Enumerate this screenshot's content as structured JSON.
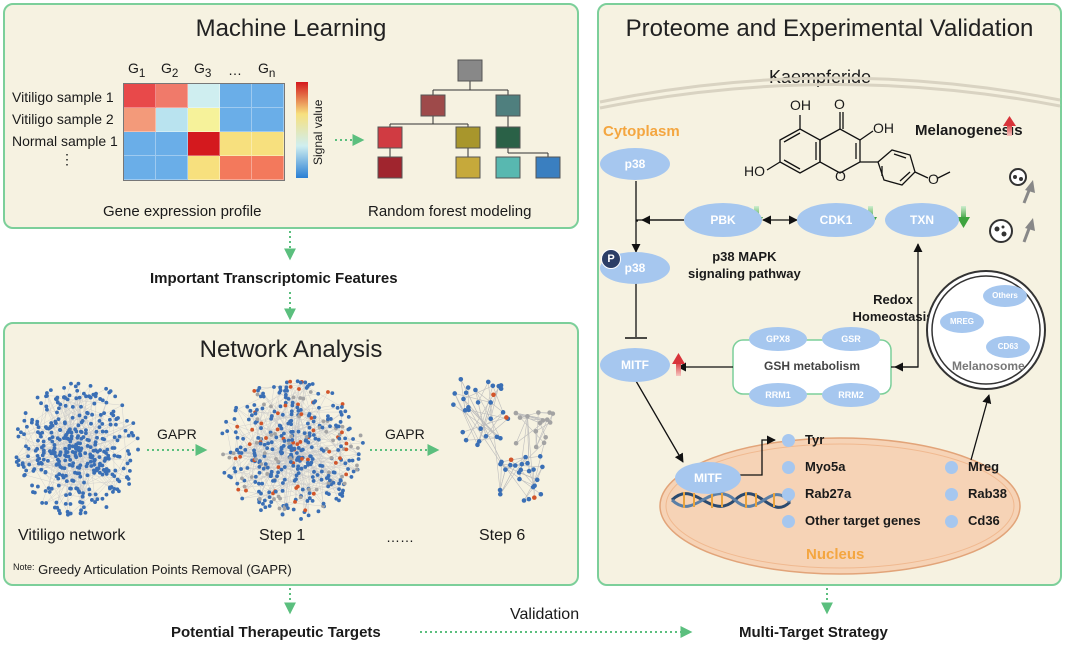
{
  "ml": {
    "title": "Machine Learning",
    "genes": [
      "G1",
      "G2",
      "G3",
      "…",
      "Gn"
    ],
    "samples": [
      "Vitiligo sample 1",
      "Vitiligo sample 2",
      "Normal sample 1",
      "⋮"
    ],
    "signal_label": "Signal value",
    "gene_profile_label": "Gene expression profile",
    "rf_label": "Random forest modeling",
    "heatmap_colors": [
      [
        "#e8494a",
        "#f07a6a",
        "#cfeef0",
        "#6aaee8",
        "#6aaee8"
      ],
      [
        "#f39a7a",
        "#b9e3ef",
        "#f6f29a",
        "#6aaee8",
        "#6aaee8"
      ],
      [
        "#6aaee8",
        "#6aaee8",
        "#d4191e",
        "#f7e07e",
        "#f7e07e"
      ],
      [
        "#6aaee8",
        "#6aaee8",
        "#f7e07e",
        "#f3795c",
        "#f3795c"
      ]
    ]
  },
  "important_features": "Important Transcriptomic Features",
  "net": {
    "title": "Network Analysis",
    "gapr1": "GAPR",
    "gapr2": "GAPR",
    "label_vitiligo": "Vitiligo network",
    "label_step1": "Step 1",
    "label_dots": "……",
    "label_step6": "Step 6",
    "note_prefix": "Note:",
    "note_text": "Greedy Articulation Points Removal (GAPR)"
  },
  "potential_targets": "Potential Therapeutic Targets",
  "validation": "Validation",
  "multi_target": "Multi-Target Strategy",
  "prot": {
    "title": "Proteome and Experimental Validation",
    "kaempferide": "Kaempferide",
    "cytoplasm": "Cytoplasm",
    "melanogenesis": "Melanogenesis",
    "p38": "p38",
    "p38p": "p38",
    "p_badge": "P",
    "pbk": "PBK",
    "cdk1": "CDK1",
    "txn": "TXN",
    "pathway_line1": "p38 MAPK",
    "pathway_line2": "signaling pathway",
    "redox_line1": "Redox",
    "redox_line2": "Homeostasis",
    "mitf": "MITF",
    "mitf_nuc": "MITF",
    "gpx8": "GPX8",
    "gsr": "GSR",
    "gsh": "GSH metabolism",
    "rrm1": "RRM1",
    "rrm2": "RRM2",
    "others": "Others",
    "mreg_node": "MREG",
    "cd63": "CD63",
    "melanosome": "Melanosome",
    "nucleus": "Nucleus",
    "targets_left": [
      "Tyr",
      "Myo5a",
      "Rab27a",
      "Other target genes"
    ],
    "targets_right": [
      "Mreg",
      "Rab38",
      "Cd36"
    ],
    "oh1": "OH",
    "oh2": "OH",
    "ho": "HO",
    "o_carbonyl": "O",
    "o_ring": "O",
    "o_methoxy": "O"
  },
  "colors": {
    "panel_bg": "#f6f2e1",
    "panel_border": "#7ccf9a",
    "node_blue": "#a6c7ef",
    "cytoplasm_orange": "#f4a640",
    "nucleus_fill": "#f6d3b6",
    "arrow_green": "#5bbf7e"
  }
}
